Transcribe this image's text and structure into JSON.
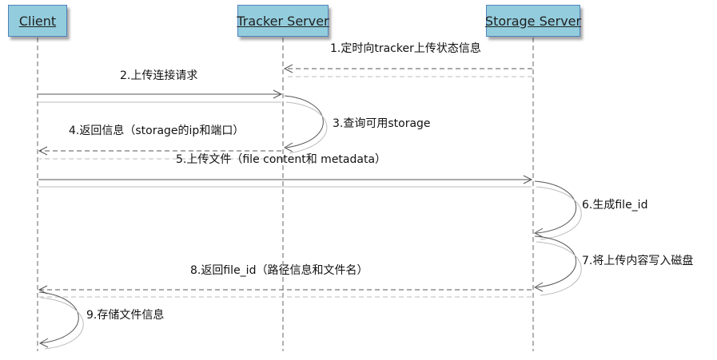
{
  "actors": {
    "client": "Client",
    "tracker": "Tracker Server",
    "storage": "Storage Server"
  },
  "messages": {
    "m1": "1.定时向tracker上传状态信息",
    "m2": "2.上传连接请求",
    "m3": "3.查询可用storage",
    "m4": "4.返回信息（storage的ip和端口）",
    "m5": "5.上传文件（file content和 metadata）",
    "m6": "6.生成file_id",
    "m7": "7.将上传内容写入磁盘",
    "m8": "8.返回file_id（路径信息和文件名）",
    "m9": "9.存储文件信息"
  },
  "colors": {
    "actor_fill": "#93cddd",
    "actor_border": "#4f81bd",
    "lifeline": "#555555",
    "arrow": "#555555"
  }
}
